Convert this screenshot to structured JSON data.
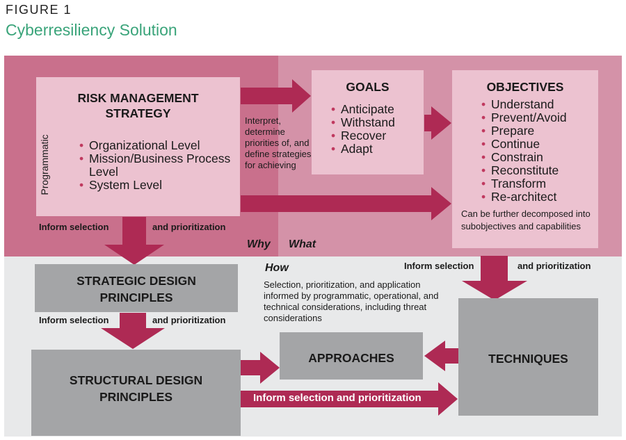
{
  "figure_label": "FIGURE 1",
  "figure_title": "Cyberresiliency Solution",
  "risk": {
    "title_line1": "RISK MANAGEMENT",
    "title_line2": "STRATEGY",
    "side_label": "Programmatic",
    "items": [
      "Organizational Level",
      "Mission/Business Process Level",
      "System Level"
    ]
  },
  "interpret_text": "Interpret, determine priorities of, and define strategies for achieving",
  "goals": {
    "title": "GOALS",
    "items": [
      "Anticipate",
      "Withstand",
      "Recover",
      "Adapt"
    ]
  },
  "objectives": {
    "title": "OBJECTIVES",
    "items": [
      "Understand",
      "Prevent/Avoid",
      "Prepare",
      "Continue",
      "Constrain",
      "Reconstitute",
      "Transform",
      "Re-architect"
    ],
    "note": "Can be further decomposed into subobjectives and capabilities"
  },
  "labels": {
    "inform_selection": "Inform selection",
    "and_prioritization": "and prioritization",
    "inform_selection_and_prioritization": "Inform selection and prioritization",
    "why": "Why",
    "what": "What",
    "how": "How",
    "how_text": "Selection, prioritization, and application informed by programmatic, operational, and technical considerations, including threat considerations"
  },
  "strategic": {
    "line1": "STRATEGIC DESIGN",
    "line2": "PRINCIPLES"
  },
  "structural": {
    "line1": "STRUCTURAL DESIGN",
    "line2": "PRINCIPLES"
  },
  "approaches": {
    "title": "APPROACHES"
  },
  "techniques": {
    "title": "TECHNIQUES"
  },
  "colors": {
    "accent": "#ae2a54",
    "pink_dark": "#c9708c",
    "pink_mid": "#d492a8",
    "pink_light": "#ecc2d0",
    "gray_box": "#a4a5a7",
    "gray_bg": "#e8e9ea",
    "title_green": "#3aa47a"
  }
}
